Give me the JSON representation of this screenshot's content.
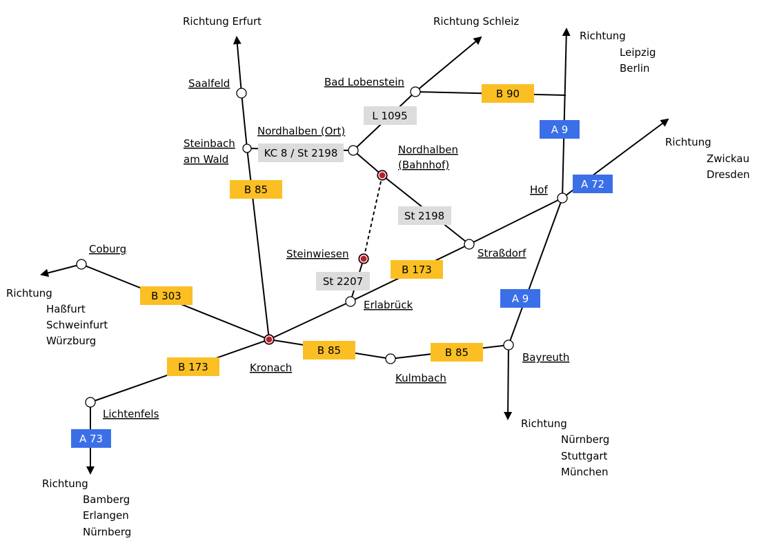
{
  "colors": {
    "bundesstrasse": "#fbbf24",
    "autobahn": "#3b6fe8",
    "staatsstrasse": "#dcdcdc",
    "station": "#b3202a",
    "line": "#000000"
  },
  "places": {
    "saalfeld": "Saalfeld",
    "steinbach_1": "Steinbach",
    "steinbach_2": "am Wald",
    "nordhalben_ort": "Nordhalben (Ort)",
    "nordhalben_bf_1": "Nordhalben",
    "nordhalben_bf_2": "(Bahnhof)",
    "bad_lobenstein": "Bad Lobenstein",
    "hof": "Hof",
    "strassdorf": "Straßdorf",
    "steinwiesen": "Steinwiesen",
    "erlabrueck": "Erlabrück",
    "coburg": "Coburg",
    "kronach": "Kronach",
    "kulmbach": "Kulmbach",
    "bayreuth": "Bayreuth",
    "lichtenfels": "Lichtenfels"
  },
  "directions": {
    "erfurt": "Richtung Erfurt",
    "schleiz": "Richtung Schleiz",
    "leipzig": [
      "Richtung",
      "Leipzig",
      "Berlin"
    ],
    "zwickau": [
      "Richtung",
      "Zwickau",
      "Dresden"
    ],
    "hassfurt": [
      "Richtung",
      "Haßfurt",
      "Schweinfurt",
      "Würzburg"
    ],
    "nuernberg_s": [
      "Richtung",
      "Nürnberg",
      "Stuttgart",
      "München"
    ],
    "bamberg": [
      "Richtung",
      "Bamberg",
      "Erlangen",
      "Nürnberg"
    ]
  },
  "roads": {
    "b90": "B 90",
    "l1095": "L 1095",
    "a9_north": "A 9",
    "kc8": "KC 8 / St 2198",
    "b85_north": "B 85",
    "a72": "A 72",
    "st2198": "St 2198",
    "b173_east": "B 173",
    "st2207": "St 2207",
    "b303": "B 303",
    "a9_south": "A 9",
    "b85_kronach": "B 85",
    "b85_kulmbach": "B 85",
    "b173_west": "B 173",
    "a73": "A 73"
  }
}
